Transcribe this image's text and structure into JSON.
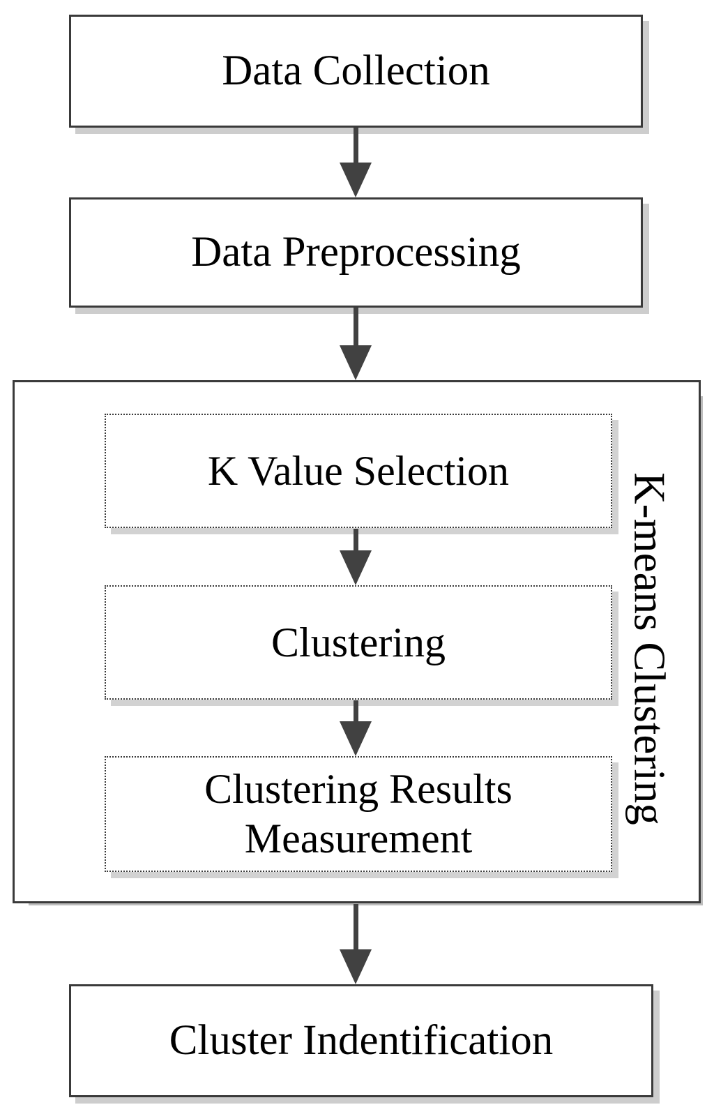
{
  "diagram": {
    "type": "flowchart",
    "nodes": {
      "data_collection": "Data Collection",
      "data_preprocessing": "Data Preprocessing",
      "k_value_selection": "K Value Selection",
      "clustering": "Clustering",
      "clustering_results_measurement": "Clustering Results Measurement",
      "cluster_identification": "Cluster Indentification"
    },
    "group_label": "K-means Clustering",
    "flow": [
      "Data Collection -> Data Preprocessing",
      "Data Preprocessing -> K-means Clustering group",
      "K Value Selection -> Clustering",
      "Clustering -> Clustering Results Measurement",
      "K-means Clustering group -> Cluster Indentification"
    ],
    "colors": {
      "background": "#ffffff",
      "box_fill": "#ffffff",
      "border": "#3a3a3a",
      "arrow": "#414141",
      "shadow": "#cdcdcd",
      "text": "#000000"
    }
  }
}
